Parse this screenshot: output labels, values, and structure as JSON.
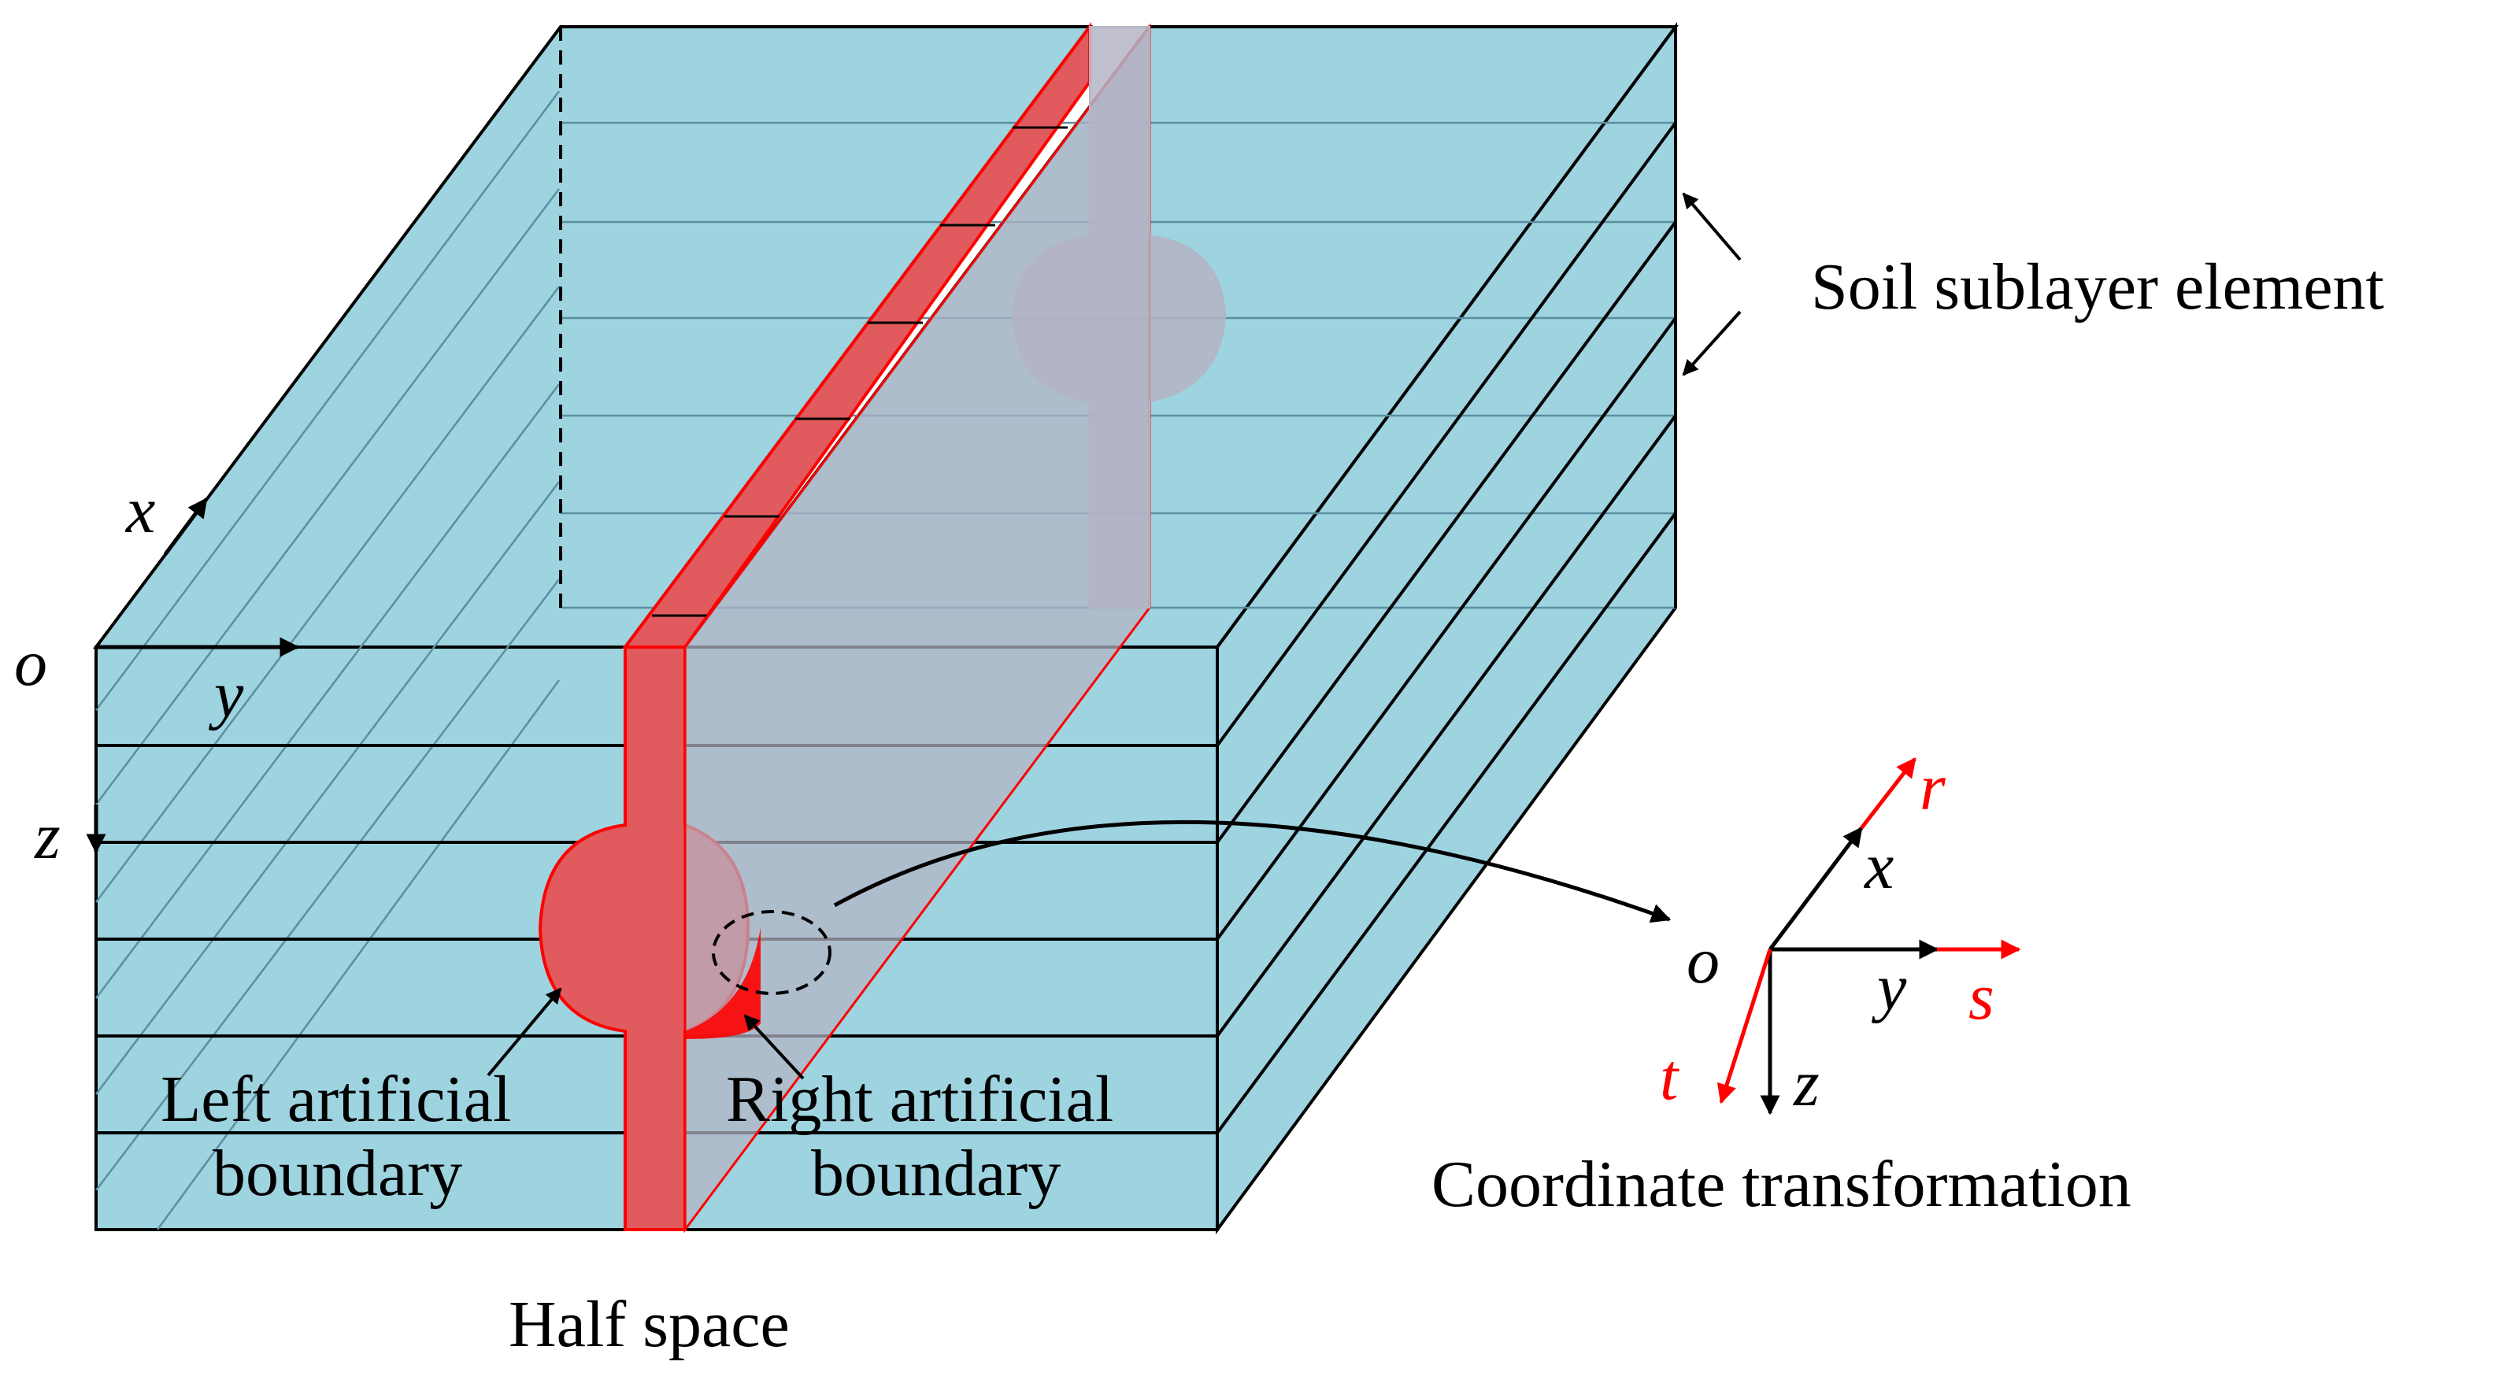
{
  "labels": {
    "soil_sublayer": "Soil sublayer element",
    "left_boundary_line1": "Left artificial",
    "left_boundary_line2": "boundary",
    "right_boundary_line1": "Right artificial",
    "right_boundary_line2": "boundary",
    "half_space": "Half space",
    "coordinate_transformation": "Coordinate transformation"
  },
  "model_axes": {
    "origin": "o",
    "x": "x",
    "y": "y",
    "z": "z"
  },
  "transform_axes": {
    "origin": "o",
    "x": "x",
    "y": "y",
    "z": "z",
    "r": "r",
    "s": "s",
    "t": "t"
  },
  "colors": {
    "soil": "#9ed3e0",
    "boundary": "#e05a5e",
    "boundary_edge": "#ff0000",
    "transparent_boundary": "#b4b4c4",
    "local_axes": "#ff0000",
    "global_axes": "#000000"
  }
}
